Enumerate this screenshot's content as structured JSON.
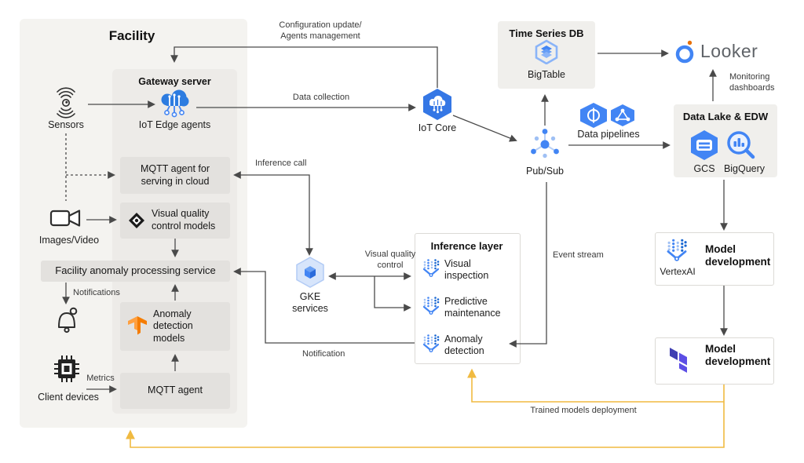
{
  "colors": {
    "accent_blue": "#4285F4",
    "deep_blue": "#1967D2",
    "light_blue": "#9FC0F4",
    "yellow_flow": "#F0BA41",
    "arrow_gray": "#4a4a4a",
    "tensorflow_orange": "#F57C00",
    "terraform_purple": "#5C4EE5",
    "box_gray": "#e3e1de",
    "panel_gray": "#f0efec"
  },
  "facility": {
    "title": "Facility",
    "sensors": "Sensors",
    "images_video": "Images/Video",
    "notifications": "Notifications",
    "client_devices": "Client devices",
    "metrics": "Metrics",
    "anomaly_service": "Facility anomaly processing service",
    "gateway": {
      "title": "Gateway server",
      "iot_edge": "IoT Edge agents",
      "mqtt_cloud": "MQTT agent for\nserving in cloud",
      "visual_quality": "Visual quality\ncontrol models",
      "anomaly_models": "Anomaly\ndetection\nmodels",
      "mqtt_agent": "MQTT agent"
    }
  },
  "cloud": {
    "iot_core": "IoT Core",
    "pubsub": "Pub/Sub",
    "data_pipelines": "Data pipelines",
    "gke": "GKE\nservices",
    "time_series": {
      "title": "Time Series DB",
      "service": "BigTable"
    },
    "looker": "Looker",
    "data_lake": {
      "title": "Data Lake & EDW",
      "gcs": "GCS",
      "bigquery": "BigQuery"
    },
    "inference": {
      "title": "Inference layer",
      "items": [
        "Visual\ninspection",
        "Predictive\nmaintenance",
        "Anomaly\ndetection"
      ]
    },
    "model_dev_vertex": {
      "title": "Model\ndevelopment",
      "service": "VertexAI"
    },
    "model_dev_terraform": {
      "title": "Model\ndevelopment"
    }
  },
  "edges": {
    "configuration": "Configuration update/\nAgents management",
    "data_collection": "Data collection",
    "inference_call": "Inference call",
    "visual_quality_control": "Visual quality\ncontrol",
    "notification": "Notification",
    "event_stream": "Event stream",
    "monitoring": "Monitoring\ndashboards",
    "trained_models": "Trained models deployment"
  },
  "icons": {
    "sensors": "ripple-signal-icon",
    "images_video": "video-camera-icon",
    "notifications": "bell-icon",
    "client_devices": "chip-icon",
    "iot_edge": "cloud-circuit-icon",
    "visual_quality": "diamond-eye-icon",
    "anomaly_models": "tensorflow-icon",
    "iot_core": "hexagon-cloud-icon",
    "pubsub": "dots-network-icon",
    "data_pipelines": "hexagon-pipeline-icons",
    "bigtable": "hexagon-layers-icon",
    "gcs": "hexagon-equals-icon",
    "bigquery": "magnifier-chart-icon",
    "looker": "ring-dot-icon",
    "gke": "hexagon-cube-icon",
    "inference_items": "vertex-ai-icon",
    "model_dev_terraform": "terraform-icon"
  }
}
